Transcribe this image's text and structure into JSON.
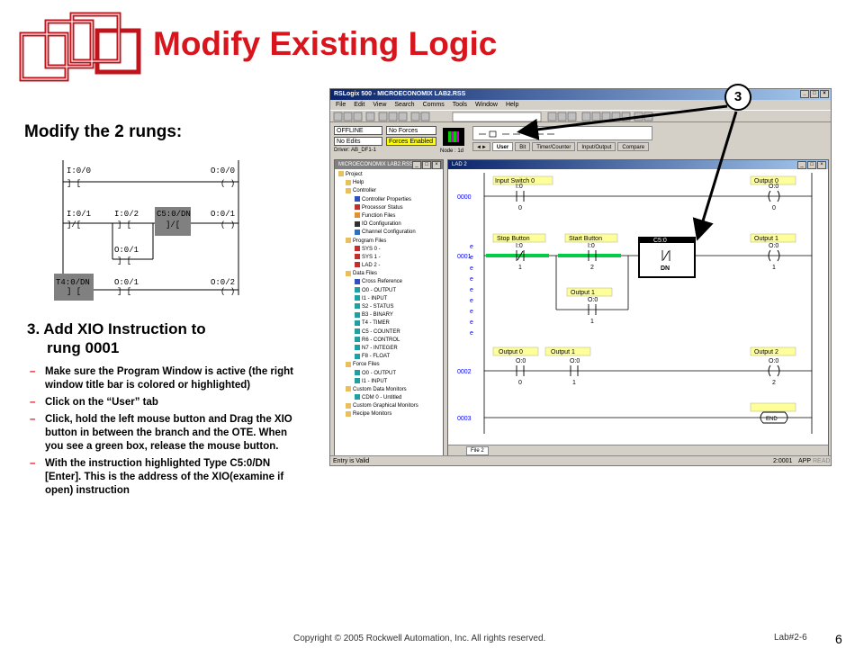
{
  "slide": {
    "title": "Modify Existing Logic",
    "subheading": "Modify the 2 rungs:",
    "step_heading_line1": "3. Add XIO Instruction to",
    "step_heading_line2": "rung 0001",
    "bullets": [
      "Make sure the Program Window is active (the right window title bar is colored or highlighted)",
      "Click on the “User” tab",
      "Click, hold the left mouse button and Drag the XIO button in between the branch and the OTE. When you see a green box, release the mouse button.",
      "With the instruction highlighted Type C5:0/DN [Enter]. This is the address of the XIO(examine if open) instruction"
    ],
    "bullet_dash": "–",
    "callout_number": "3",
    "footer": "Copyright © 2005 Rockwell Automation, Inc. All rights reserved.",
    "lab_number": "Lab#2-6",
    "page_number": "6"
  },
  "small_ladder": {
    "labels": {
      "r0_in": "I:0/0",
      "r0_out": "O:0/0",
      "r1_in1": "I:0/1",
      "r1_in2": "I:0/2",
      "r1_in3": "C5:0/DN",
      "r1_out": "O:0/1",
      "r1_branch": "O:0/1",
      "r2_in1": "T4:0/DN",
      "r2_in2": "O:0/1",
      "r2_out": "O:0/2"
    }
  },
  "app": {
    "title": "RSLogix 500 - MICROECONOMIX LAB2.RSS",
    "menu": [
      "File",
      "Edit",
      "View",
      "Search",
      "Comms",
      "Tools",
      "Window",
      "Help"
    ],
    "status_online": "OFFLINE",
    "status_forces": "No Forces",
    "status_edits": "No Edits",
    "status_forces_enabled": "Forces Enabled",
    "driver": "Driver: AB_DF1-1",
    "node": "Node : 1d",
    "instr_tabs": [
      "User",
      "Bit",
      "Timer/Counter",
      "Input/Output",
      "Compare"
    ],
    "project_window_title": "MICROECONOMIX LAB2.RSS",
    "ladder_window_title": "LAD 2",
    "file_tab": "File 2",
    "status_text": "Entry is Valid",
    "status_right": "2:0001",
    "status_mode": "APP",
    "status_read": "READ"
  },
  "tree": [
    "Project",
    "Help",
    "Controller",
    "Controller Properties",
    "Processor Status",
    "Function Files",
    "IO Configuration",
    "Channel Configuration",
    "Program Files",
    "SYS 0 -",
    "SYS 1 -",
    "LAD 2 -",
    "Data Files",
    "Cross Reference",
    "O0 - OUTPUT",
    "I1 - INPUT",
    "S2 - STATUS",
    "B3 - BINARY",
    "T4 - TIMER",
    "C5 - COUNTER",
    "R6 - CONTROL",
    "N7 - INTEGER",
    "F8 - FLOAT",
    "Force Files",
    "O0 - OUTPUT",
    "I1 - INPUT",
    "Custom Data Monitors",
    "CDM 0 - Untitled",
    "Custom Graphical Monitors",
    "Recipe Monitors"
  ],
  "rungs": {
    "r0": {
      "num": "0000",
      "in_desc": "Input Switch 0",
      "in_addr": "I:0",
      "in_bit": "0",
      "out_desc": "Output 0",
      "out_addr": "O:0",
      "out_bit": "0"
    },
    "r1": {
      "num": "0001",
      "d1": "Stop Button",
      "a1": "I:0",
      "b1": "1",
      "d2": "Start Button",
      "a2": "I:0",
      "b2": "2",
      "x_addr": "C5:0",
      "x_bit": "DN",
      "br_desc": "Output 1",
      "br_addr": "O:0",
      "br_bit": "1",
      "out_desc": "Output 1",
      "out_addr": "O:0",
      "out_bit": "1"
    },
    "r2": {
      "num": "0002",
      "d1": "Output 0",
      "a1": "O:0",
      "b1": "0",
      "d2": "Output 1",
      "a2": "O:0",
      "b2": "1",
      "out_desc": "Output 2",
      "out_addr": "O:0",
      "out_bit": "2"
    },
    "r3": {
      "num": "0003",
      "end": "END"
    }
  },
  "colors": {
    "title_red": "#d8141c",
    "desc_yellow": "#ffff99",
    "green": "#00cc44"
  }
}
